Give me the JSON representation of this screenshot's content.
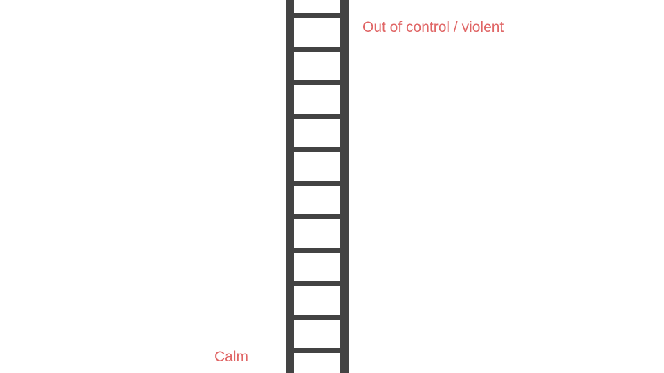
{
  "labels": {
    "top": "Out of control / violent",
    "bottom": "Calm"
  },
  "ladder": {
    "rung_count": 11
  },
  "colors": {
    "label_text": "#e06666",
    "ladder": "#434343",
    "background": "#ffffff"
  }
}
